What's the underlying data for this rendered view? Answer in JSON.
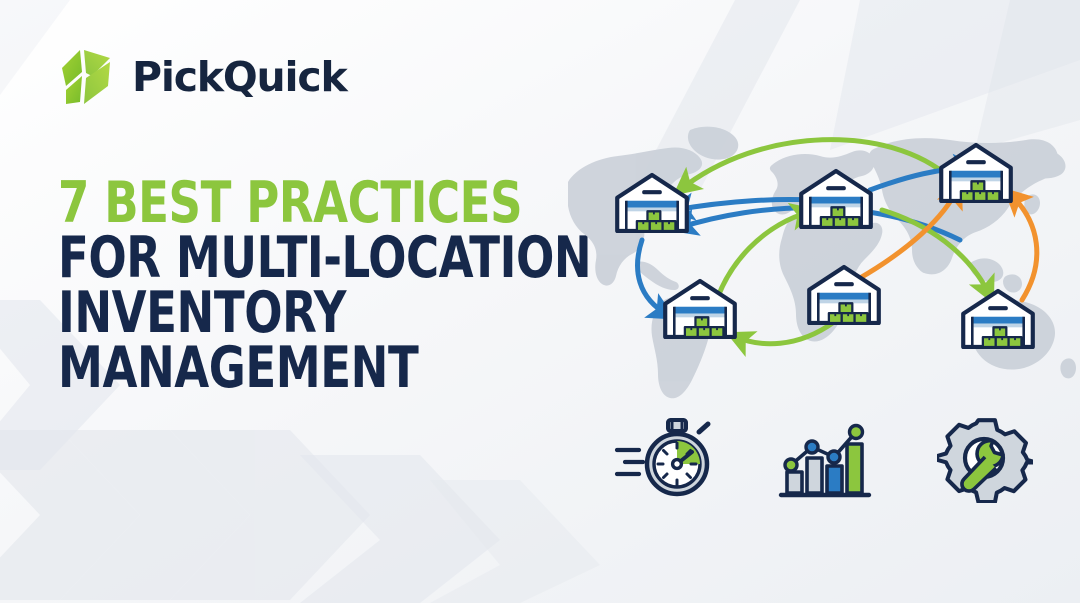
{
  "brand": {
    "name": "PickQuick",
    "logo_icon": "pickquick-bolt-diamond-logo",
    "green": "#8cc63e",
    "navy": "#16284b",
    "blue": "#2b7cc4",
    "orange": "#f2922e"
  },
  "headline": {
    "line1": "7 BEST PRACTICES",
    "line2": "FOR MULTI-LOCATION",
    "line3": "INVENTORY",
    "line4": "MANAGEMENT",
    "line1_color": "#8cc63e",
    "body_color": "#16284b"
  },
  "artwork": {
    "map_name": "world-map",
    "map_fill": "#ccd2da",
    "warehouses": [
      {
        "id": "warehouse-north-america",
        "label": "North America"
      },
      {
        "id": "warehouse-south-america",
        "label": "South America"
      },
      {
        "id": "warehouse-europe",
        "label": "Europe"
      },
      {
        "id": "warehouse-africa",
        "label": "Africa"
      },
      {
        "id": "warehouse-asia",
        "label": "Asia"
      },
      {
        "id": "warehouse-oceania",
        "label": "Oceania"
      }
    ],
    "routes": [
      {
        "id": "route-asia-to-north-america",
        "color": "#8cc63e"
      },
      {
        "id": "route-europe-to-north-america",
        "color": "#2b7cc4"
      },
      {
        "id": "route-asia-to-north-america-lower",
        "color": "#2b7cc4"
      },
      {
        "id": "route-north-america-to-south-america",
        "color": "#2b7cc4"
      },
      {
        "id": "route-south-america-to-europe",
        "color": "#8cc63e"
      },
      {
        "id": "route-europe-to-asia",
        "color": "#2b7cc4"
      },
      {
        "id": "route-africa-to-south-america",
        "color": "#8cc63e"
      },
      {
        "id": "route-europe-to-oceania",
        "color": "#8cc63e"
      },
      {
        "id": "route-africa-to-asia",
        "color": "#f2922e"
      },
      {
        "id": "route-oceania-to-asia",
        "color": "#f2922e"
      }
    ]
  },
  "feature_icons": [
    {
      "id": "stopwatch-icon",
      "label": "Speed / fast fulfilment"
    },
    {
      "id": "bar-chart-growth-icon",
      "label": "Analytics / growth"
    },
    {
      "id": "gear-wrench-icon",
      "label": "Operations / configuration"
    }
  ]
}
